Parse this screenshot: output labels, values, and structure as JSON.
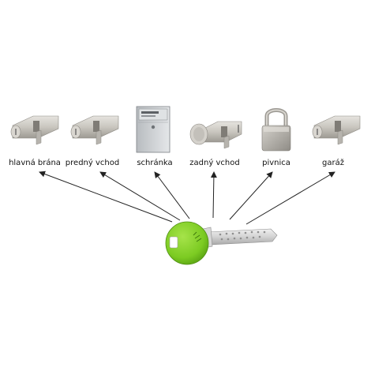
{
  "items": [
    {
      "label": "hlavná brána",
      "icon": "euro-cylinder-icon"
    },
    {
      "label": "predný vchod",
      "icon": "euro-cylinder-icon"
    },
    {
      "label": "schránka",
      "icon": "mailbox-icon"
    },
    {
      "label": "zadný vchod",
      "icon": "thumbturn-cylinder-icon"
    },
    {
      "label": "pivnica",
      "icon": "padlock-icon"
    },
    {
      "label": "garáž",
      "icon": "euro-cylinder-icon"
    }
  ],
  "key": {
    "icon": "master-key-icon",
    "head_color": "#7ccb22"
  }
}
